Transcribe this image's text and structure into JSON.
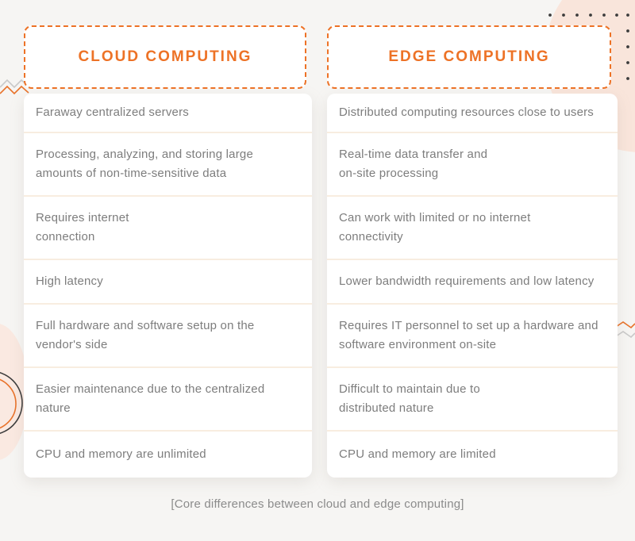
{
  "columns": [
    {
      "title": "CLOUD COMPUTING",
      "rows": [
        "Faraway centralized servers",
        "Processing, analyzing, and storing large\namounts of non-time-sensitive data",
        "Requires internet\nconnection",
        "High latency",
        "Full hardware and software setup on the\nvendor's side",
        "Easier maintenance due to the centralized\nnature",
        "CPU and memory are unlimited"
      ]
    },
    {
      "title": "EDGE COMPUTING",
      "rows": [
        "Distributed computing resources close to users",
        "Real-time data transfer and\non-site processing",
        "Can work with limited or no internet\nconnectivity",
        "Lower bandwidth requirements and low latency",
        "Requires IT personnel to set up a hardware and\nsoftware environment on-site",
        "Difficult to maintain due to\ndistributed nature",
        "CPU and memory are limited"
      ]
    }
  ],
  "caption": "[Core differences between cloud and edge computing]",
  "colors": {
    "accent_orange": "#ed7226",
    "body_text_gray": "#7d7d7d",
    "caption_gray": "#8b8b8b",
    "row_separator": "#f8ede0",
    "background": "#f6f5f3",
    "card_white": "#ffffff",
    "blob_peach": "#f9e5db",
    "dot_dark": "#3b3b3b",
    "zigzag_gray": "#c9c9c9"
  },
  "decorations": [
    "peach-blob-top-right",
    "peach-blob-left",
    "dot-grid",
    "zigzag-left",
    "zigzag-right",
    "concentric-circles-left"
  ]
}
